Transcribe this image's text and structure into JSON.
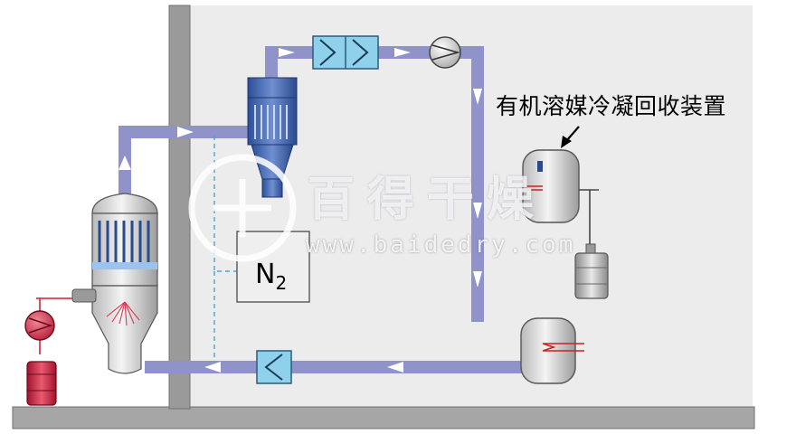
{
  "caption": "有机溶媒冷凝回收装置",
  "nitrogen": {
    "symbol": "N",
    "subscript": "2"
  },
  "watermark": {
    "chinese": "百得干燥",
    "url": "www.baidedry.com"
  },
  "colors": {
    "pipe": "#8f93c9",
    "room": "#ececec",
    "wall": "#9a9a9a",
    "floor": "#a6a6a6",
    "pump_red": "#d2344c",
    "vessel_top": "#3d5fa6"
  },
  "icons": [
    "pump-icon",
    "filter-icon",
    "check-valve-icon",
    "arrow-icon",
    "barrel-icon",
    "watermark-logo-icon"
  ]
}
